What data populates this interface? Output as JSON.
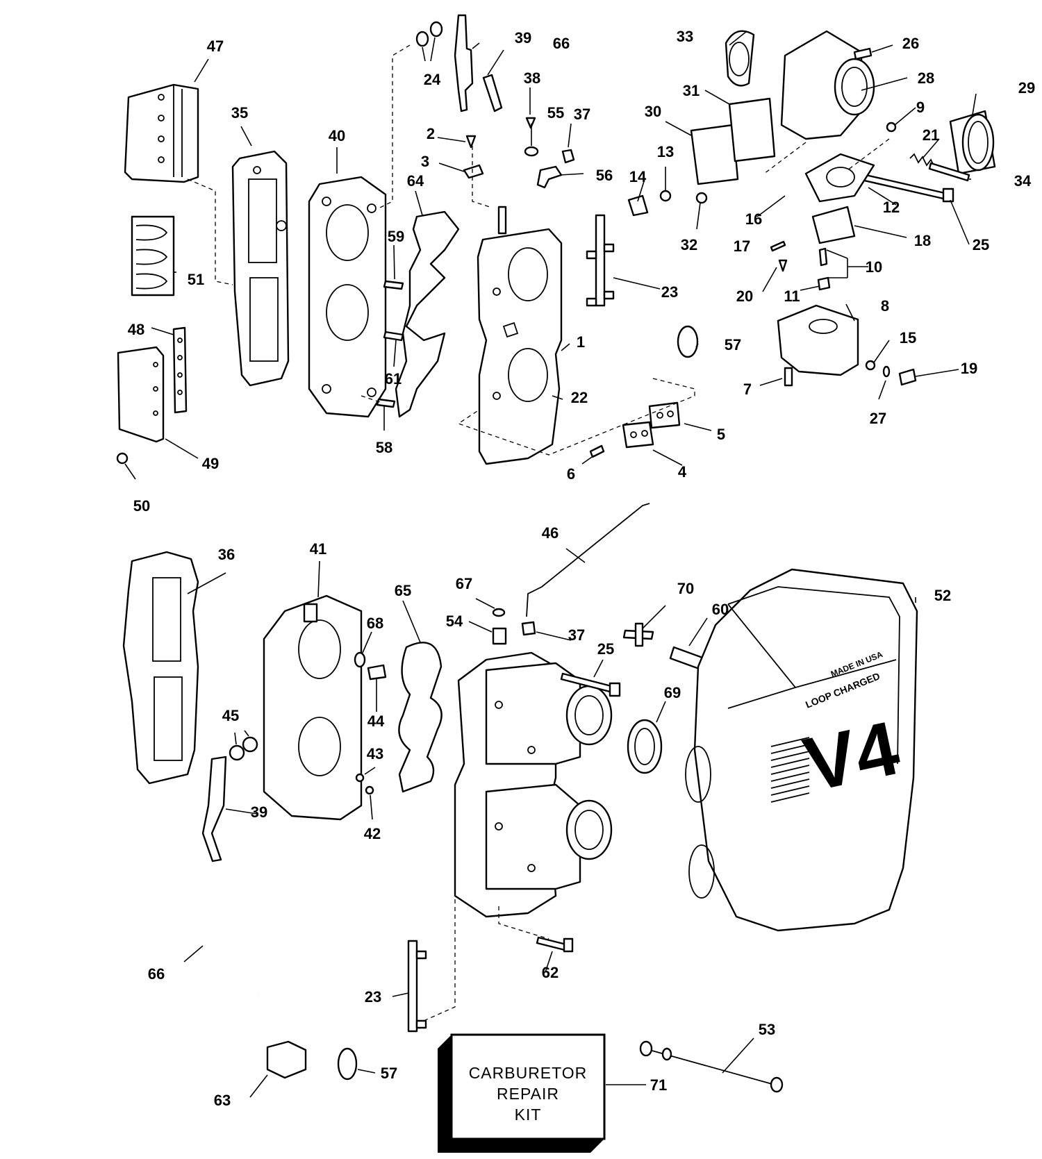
{
  "diagram": {
    "callouts": {
      "p1": "1",
      "p2": "2",
      "p3": "3",
      "p4": "4",
      "p5": "5",
      "p6": "6",
      "p7": "7",
      "p8": "8",
      "p9": "9",
      "p10": "10",
      "p11": "11",
      "p12": "12",
      "p13": "13",
      "p14": "14",
      "p15": "15",
      "p16": "16",
      "p17": "17",
      "p18": "18",
      "p19": "19",
      "p20": "20",
      "p21": "21",
      "p22": "22",
      "p23a": "23",
      "p23b": "23",
      "p24": "24",
      "p25a": "25",
      "p25b": "25",
      "p26": "26",
      "p27": "27",
      "p28": "28",
      "p29": "29",
      "p30": "30",
      "p31": "31",
      "p32": "32",
      "p33": "33",
      "p34": "34",
      "p35": "35",
      "p36": "36",
      "p37a": "37",
      "p37b": "37",
      "p38": "38",
      "p39a": "39",
      "p39b": "39",
      "p40": "40",
      "p41": "41",
      "p42": "42",
      "p43": "43",
      "p44": "44",
      "p45": "45",
      "p46": "46",
      "p47": "47",
      "p48": "48",
      "p49": "49",
      "p50": "50",
      "p51": "51",
      "p52": "52",
      "p53": "53",
      "p54": "54",
      "p55": "55",
      "p56": "56",
      "p57a": "57",
      "p57b": "57",
      "p58": "58",
      "p59": "59",
      "p60": "60",
      "p61": "61",
      "p62": "62",
      "p63": "63",
      "p64": "64",
      "p65": "65",
      "p66a": "66",
      "p66b": "66",
      "p67": "67",
      "p68": "68",
      "p69": "69",
      "p70": "70",
      "p71": "71"
    },
    "repair_kit": {
      "line1": "CARBURETOR",
      "line2": "REPAIR",
      "line3": "KIT"
    },
    "cover": {
      "model": "V4",
      "badge": "LOOP CHARGED",
      "origin": "MADE IN USA"
    }
  }
}
